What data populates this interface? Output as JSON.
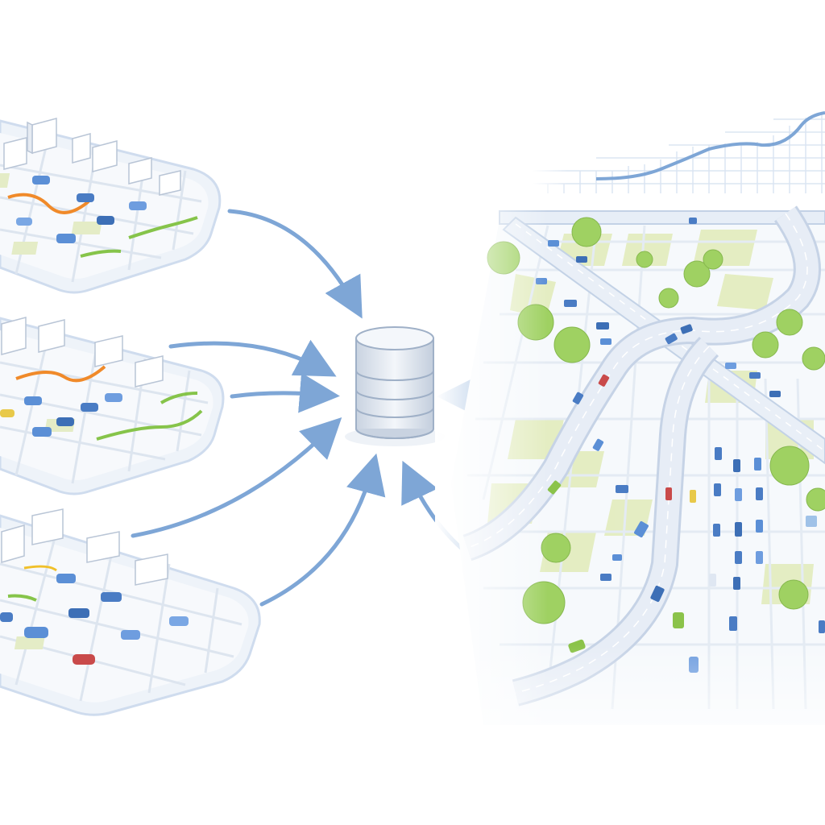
{
  "colors": {
    "background": "#ffffff",
    "arrow": "#7ea6d6",
    "platform_edge": "#cfdcee",
    "road": "#b7c6dc",
    "road_light": "#e3eaf4",
    "grass": "#dfe9b4",
    "tree": "#9fd162",
    "route_orange": "#f08a2a",
    "route_green": "#86c44a",
    "database": "#e8edf4",
    "chart_line": "#7ea6d6",
    "chart_grid": "#cfdcee"
  },
  "sources": [
    {
      "id": "city-platform-1",
      "icon": "city-grid-icon"
    },
    {
      "id": "city-platform-2",
      "icon": "city-grid-icon"
    },
    {
      "id": "city-platform-3",
      "icon": "city-grid-icon"
    }
  ],
  "hub": {
    "icon": "database-icon"
  },
  "output": {
    "icon": "highway-map-icon",
    "chart_icon": "trend-chart-icon"
  }
}
